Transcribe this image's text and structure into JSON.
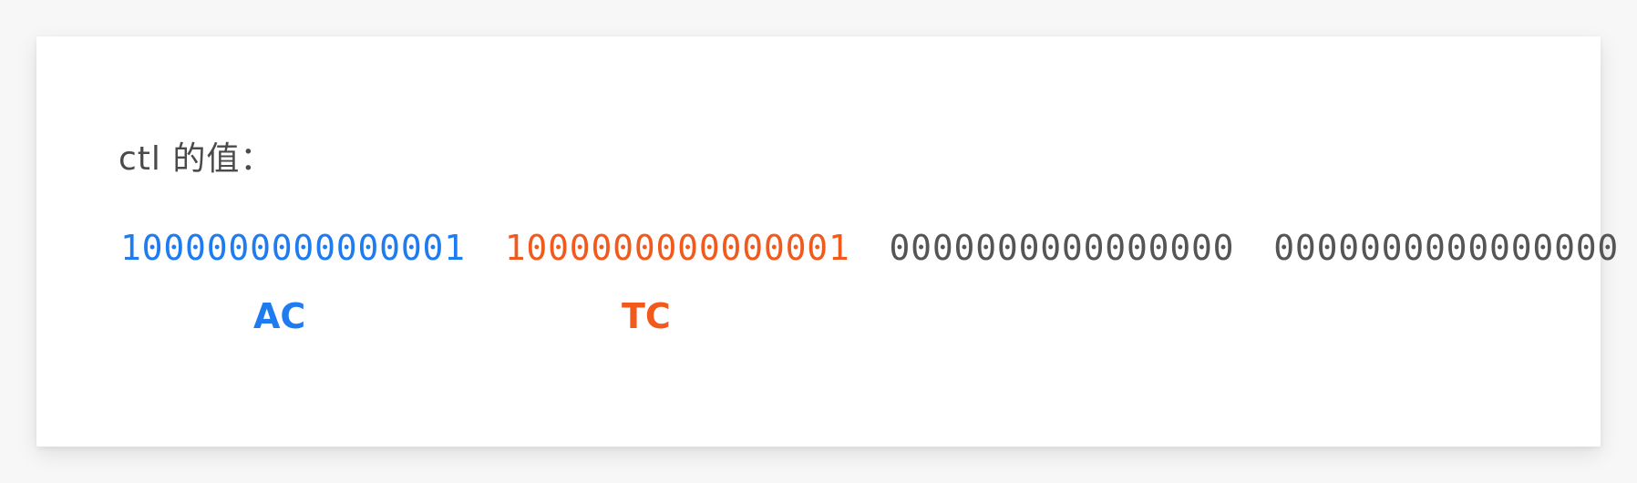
{
  "heading": "ctl 的值：",
  "bit_segments": [
    {
      "text": "1000000000000001",
      "color": "#1e7bf0"
    },
    {
      "text": "1000000000000001",
      "color": "#f25a1d"
    },
    {
      "text": "0000000000000000",
      "color": "#555555"
    },
    {
      "text": "0000000000000000",
      "color": "#555555"
    }
  ],
  "labels": {
    "ac": {
      "text": "AC",
      "color": "#1e7bf0"
    },
    "tc": {
      "text": "TC",
      "color": "#f25a1d"
    }
  },
  "colors": {
    "card_background": "#ffffff",
    "page_background": "#f7f7f7"
  }
}
